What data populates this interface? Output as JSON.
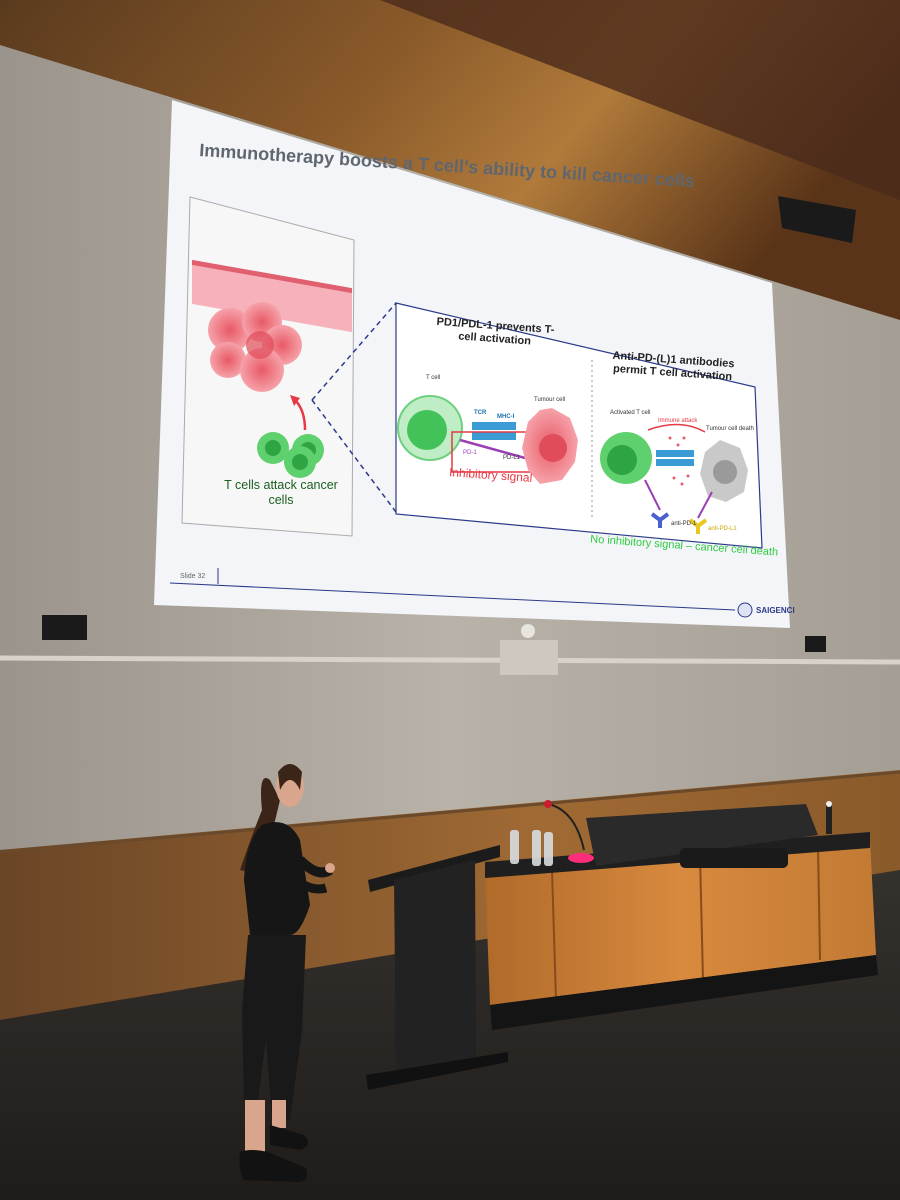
{
  "slide": {
    "title": "Immunotherapy boosts a T cell’s ability to kill cancer cells",
    "left_caption": "T cells attack cancer cells",
    "panel_left_title": "PD1/PDL-1 prevents T-cell activation",
    "panel_right_title": "Anti-PD-(L)1 antibodies permit T cell activation",
    "labels": {
      "t_cell": "T cell",
      "tumour_cell": "Tumour cell",
      "tcr": "TCR",
      "mhc": "MHC-I",
      "pd1": "PD-1",
      "pdl1": "PD-L1",
      "inhibitory": "Inhibitory signal",
      "activated_t_cell": "Activated T cell",
      "immune_attack": "Immune attack",
      "tumour_death": "Tumour cell death",
      "anti_pd1": "anti-PD-1",
      "anti_pdl1": "anti-PD-L1",
      "no_inhibitory": "No inhibitory signal – cancer cell death"
    },
    "slide_number": "Slide 32",
    "brand": "SAIGENCI"
  },
  "colors": {
    "inhibitory": "#e53945",
    "no_inhibitory": "#2ecc40",
    "t_cell_green": "#43c25a",
    "tumour_pink": "#f07a84"
  }
}
